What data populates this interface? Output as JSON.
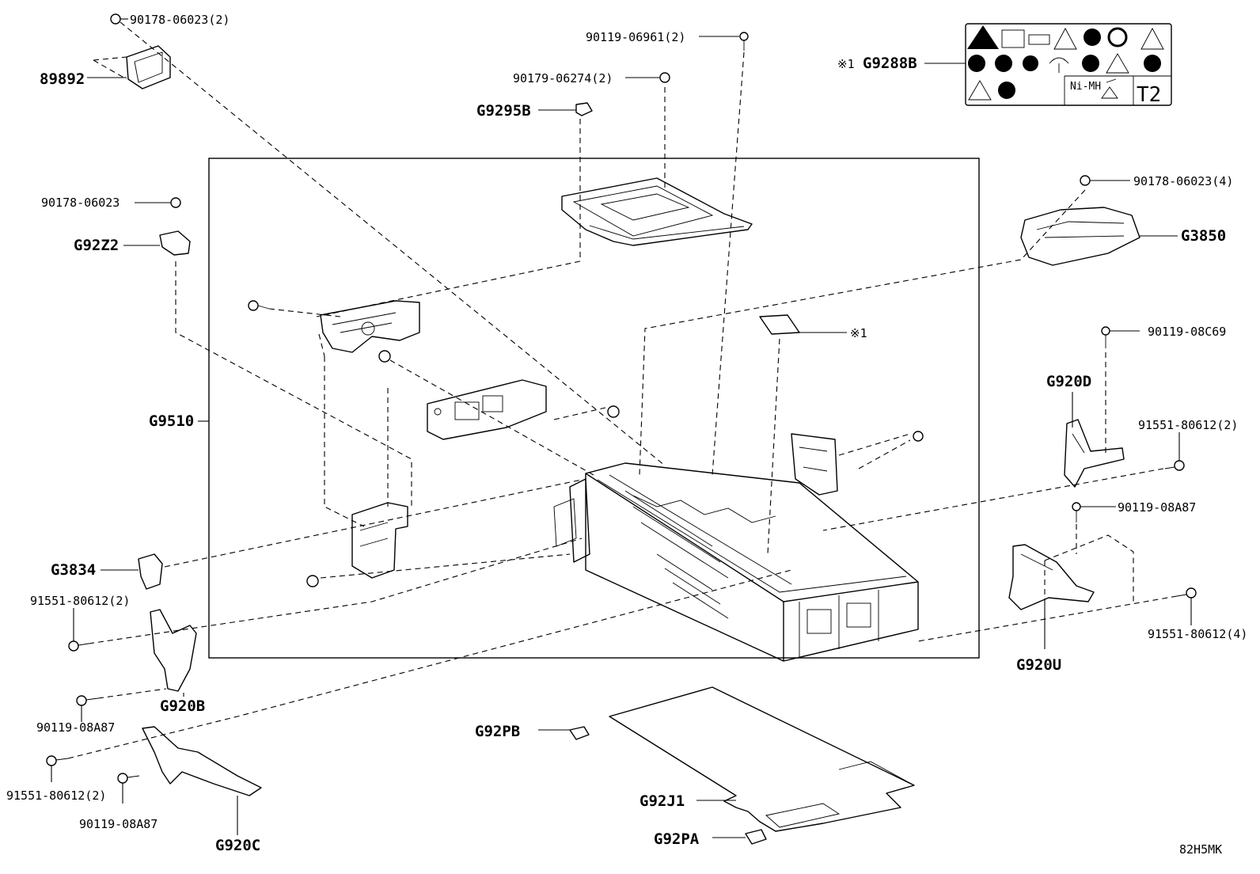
{
  "diagram_code": "82H5MK",
  "labels": {
    "p89892": "89892",
    "p90178_top": "90178-06023(2)",
    "p90178_left": "90178-06023",
    "pG92Z2": "G92Z2",
    "pG9510": "G9510",
    "pG3834": "G3834",
    "p91551_left1": "91551-80612(2)",
    "p90119_08A87_left": "90119-08A87",
    "pG920B": "G920B",
    "p91551_left2": "91551-80612(2)",
    "p90119_08A87_bottom": "90119-08A87",
    "pG920C": "G920C",
    "p90119_06961": "90119-06961(2)",
    "p90179_06274": "90179-06274(2)",
    "pG9295B": "G9295B",
    "pG9288B_note": "※1",
    "pG9288B": "G9288B",
    "p90178_right": "90178-06023(4)",
    "pG3850": "G3850",
    "note1": "※1",
    "p90119_08C69": "90119-08C69",
    "pG920D": "G920D",
    "p91551_right1": "91551-80612(2)",
    "p90119_08A87_right": "90119-08A87",
    "p91551_right2": "91551-80612(4)",
    "pG920U": "G920U",
    "pG92PB": "G92PB",
    "pG92J1": "G92J1",
    "pG92PA": "G92PA"
  },
  "warning_label": {
    "chemistry": "Ni-MH",
    "code": "T2",
    "icons": [
      "warning-triangle-icon",
      "manual-icon",
      "battery-icon",
      "electric-hazard-icon",
      "no-touch-icon",
      "no-disassemble-icon",
      "fire-hazard-icon",
      "no-fire-icon",
      "no-short-icon",
      "no-water-icon",
      "keep-dry-icon",
      "no-drop-icon",
      "corrosive-icon",
      "explosive-icon",
      "no-children-icon",
      "recycle-icon"
    ]
  }
}
